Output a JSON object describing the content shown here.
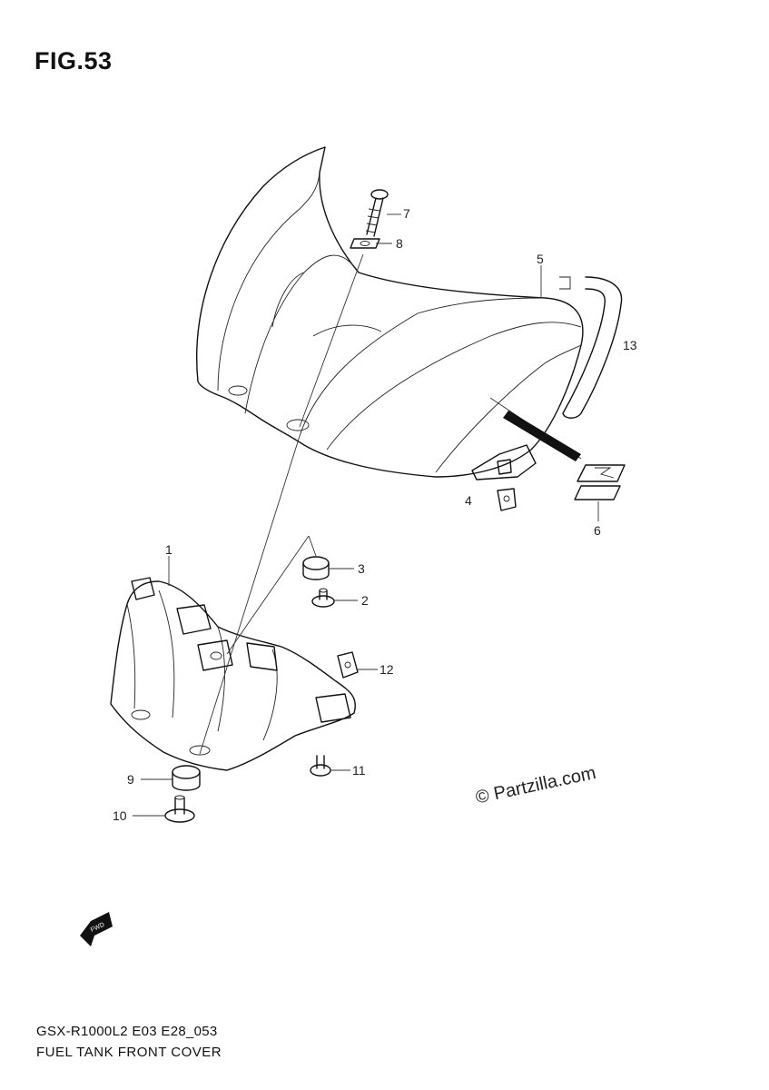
{
  "figure": {
    "title": "FIG.53"
  },
  "callouts": [
    {
      "id": "1",
      "label": "1"
    },
    {
      "id": "2",
      "label": "2"
    },
    {
      "id": "3",
      "label": "3"
    },
    {
      "id": "4",
      "label": "4"
    },
    {
      "id": "5",
      "label": "5"
    },
    {
      "id": "6",
      "label": "6"
    },
    {
      "id": "7",
      "label": "7"
    },
    {
      "id": "8",
      "label": "8"
    },
    {
      "id": "9",
      "label": "9"
    },
    {
      "id": "10",
      "label": "10"
    },
    {
      "id": "11",
      "label": "11"
    },
    {
      "id": "12",
      "label": "12"
    },
    {
      "id": "13",
      "label": "13"
    }
  ],
  "watermark": "© Partzilla.com",
  "footer": {
    "model_code": "GSX-R1000L2 E03 E28_053",
    "part_name": "FUEL TANK FRONT COVER"
  },
  "direction_marker": "FWD"
}
